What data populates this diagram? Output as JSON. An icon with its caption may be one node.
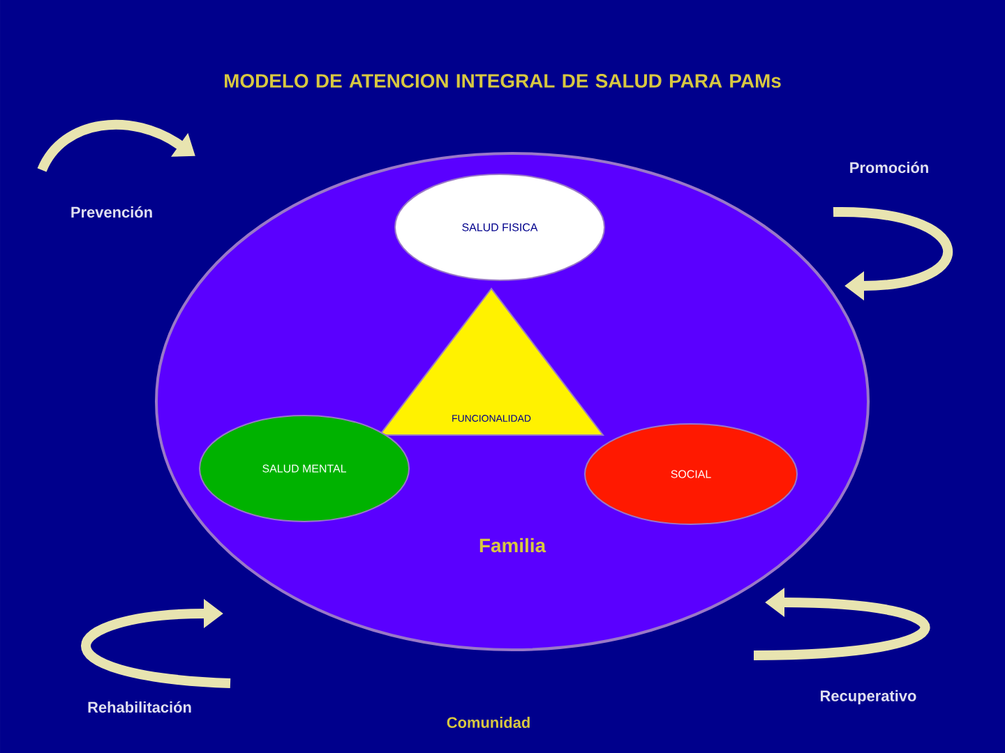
{
  "diagram": {
    "title": "MODELO DE ATENCION INTEGRAL DE SALUD PARA PAMs",
    "nodes": [
      {
        "text": [
          "Familia"
        ]
      },
      {
        "text": [
          "SALUD FISICA"
        ],
        "in": 0
      },
      {
        "text": [
          "FUNCIONALIDAD"
        ],
        "in": 0
      },
      {
        "text": [
          "SALUD MENTAL"
        ],
        "in": 0
      },
      {
        "text": [
          "SOCIAL"
        ],
        "in": 0
      }
    ],
    "labels": [
      "Prevención",
      "Promoción",
      "Rehabilitación",
      "Recuperativo",
      "Comunidad"
    ]
  }
}
